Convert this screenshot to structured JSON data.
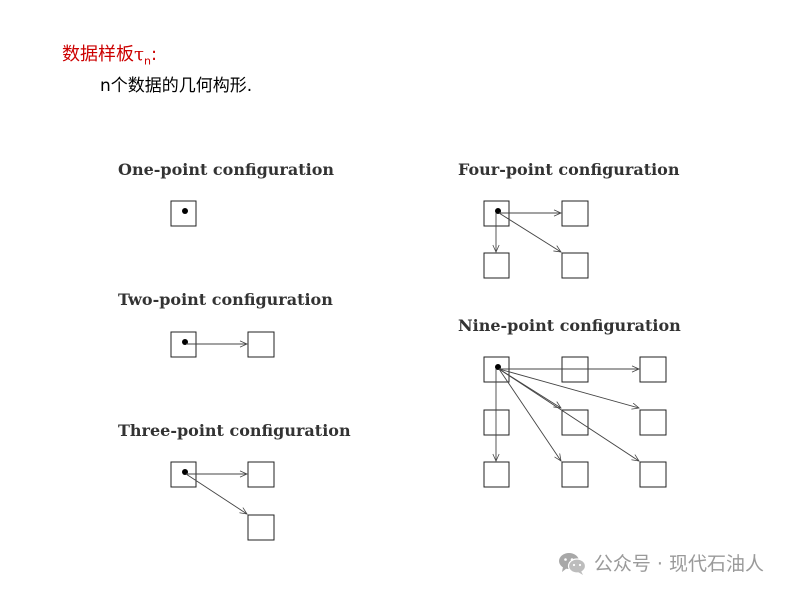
{
  "heading": {
    "text": "数据样板",
    "symbol": "τ",
    "subscript": "n",
    "suffix": ":"
  },
  "subheading": "n个数据的几何构形.",
  "configurations": [
    {
      "id": "one",
      "title": "One-point configuration"
    },
    {
      "id": "two",
      "title": "Two-point configuration"
    },
    {
      "id": "three",
      "title": "Three-point configuration"
    },
    {
      "id": "four",
      "title": "Four-point configuration"
    },
    {
      "id": "nine",
      "title": "Nine-point configuration"
    }
  ],
  "watermark": {
    "text": "公众号 · 现代石油人",
    "icon": "wechat-icon"
  },
  "colors": {
    "heading": "#cc0000",
    "text": "#000000",
    "title": "#333333",
    "watermark": "#9a9a9a"
  }
}
